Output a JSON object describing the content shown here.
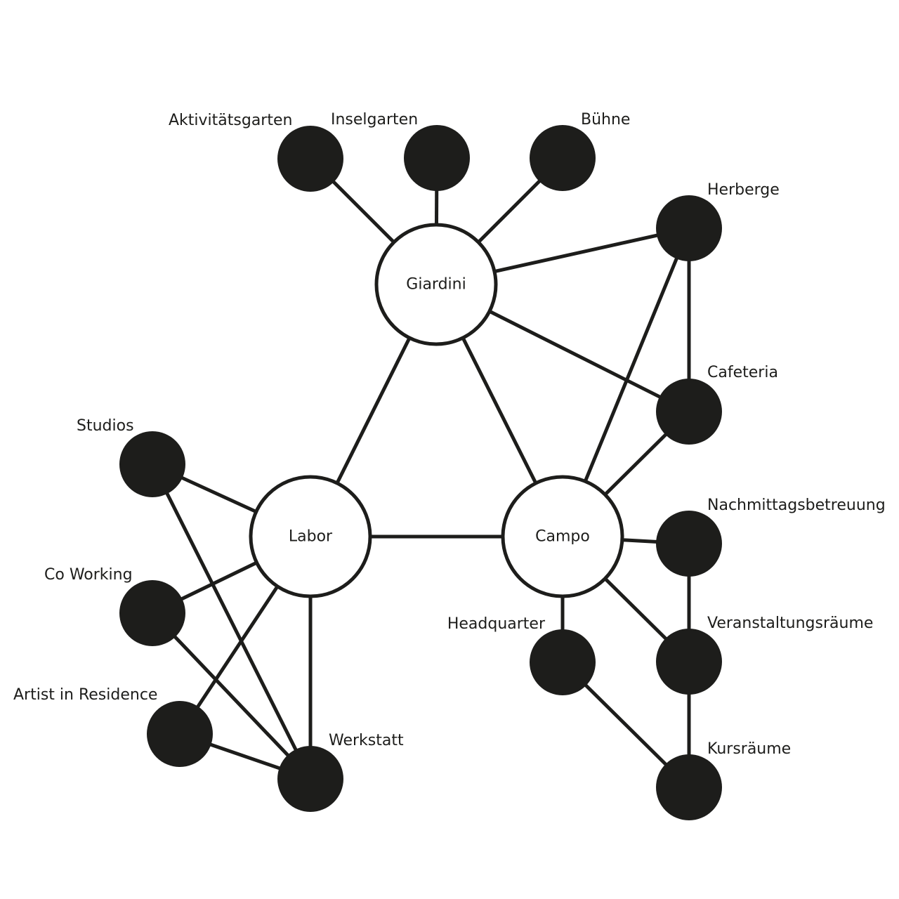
{
  "colors": {
    "ink": "#1d1d1b",
    "background": "#ffffff"
  },
  "nodes": [
    {
      "id": "giardini",
      "label": "Giardini",
      "kind": "hub"
    },
    {
      "id": "labor",
      "label": "Labor",
      "kind": "hub"
    },
    {
      "id": "campo",
      "label": "Campo",
      "kind": "hub"
    },
    {
      "id": "aktivitaetsgarten",
      "label": "Aktivitätsgarten",
      "kind": "leaf"
    },
    {
      "id": "inselgarten",
      "label": "Inselgarten",
      "kind": "leaf"
    },
    {
      "id": "buehne",
      "label": "Bühne",
      "kind": "leaf"
    },
    {
      "id": "herberge",
      "label": "Herberge",
      "kind": "leaf"
    },
    {
      "id": "cafeteria",
      "label": "Cafeteria",
      "kind": "leaf"
    },
    {
      "id": "studios",
      "label": "Studios",
      "kind": "leaf"
    },
    {
      "id": "co-working",
      "label": "Co Working",
      "kind": "leaf"
    },
    {
      "id": "artist-in-residence",
      "label": "Artist in Residence",
      "kind": "leaf"
    },
    {
      "id": "werkstatt",
      "label": "Werkstatt",
      "kind": "leaf"
    },
    {
      "id": "nachmittagsbetreuung",
      "label": "Nachmittagsbetreuung",
      "kind": "leaf"
    },
    {
      "id": "headquarter",
      "label": "Headquarter",
      "kind": "leaf"
    },
    {
      "id": "veranstaltungsraeume",
      "label": "Veranstaltungsräume",
      "kind": "leaf"
    },
    {
      "id": "kursraeume",
      "label": "Kursräume",
      "kind": "leaf"
    }
  ],
  "edges": [
    [
      "giardini",
      "aktivitaetsgarten"
    ],
    [
      "giardini",
      "inselgarten"
    ],
    [
      "giardini",
      "buehne"
    ],
    [
      "giardini",
      "herberge"
    ],
    [
      "giardini",
      "cafeteria"
    ],
    [
      "giardini",
      "labor"
    ],
    [
      "giardini",
      "campo"
    ],
    [
      "herberge",
      "cafeteria"
    ],
    [
      "herberge",
      "campo"
    ],
    [
      "cafeteria",
      "campo"
    ],
    [
      "labor",
      "campo"
    ],
    [
      "labor",
      "studios"
    ],
    [
      "labor",
      "co-working"
    ],
    [
      "labor",
      "artist-in-residence"
    ],
    [
      "labor",
      "werkstatt"
    ],
    [
      "studios",
      "werkstatt"
    ],
    [
      "co-working",
      "werkstatt"
    ],
    [
      "artist-in-residence",
      "werkstatt"
    ],
    [
      "campo",
      "nachmittagsbetreuung"
    ],
    [
      "campo",
      "headquarter"
    ],
    [
      "campo",
      "veranstaltungsraeume"
    ],
    [
      "nachmittagsbetreuung",
      "veranstaltungsraeume"
    ],
    [
      "veranstaltungsraeume",
      "kursraeume"
    ],
    [
      "headquarter",
      "kursraeume"
    ]
  ]
}
